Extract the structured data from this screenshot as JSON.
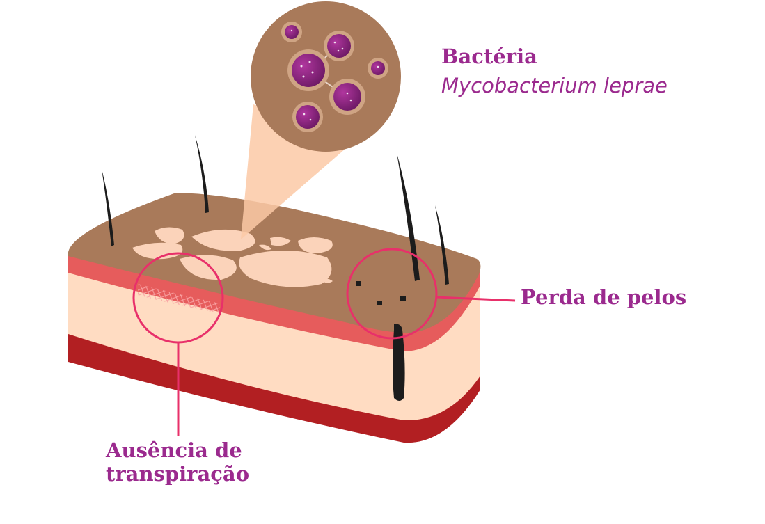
{
  "labels": {
    "bacteria_title": "Bactéria",
    "bacteria_species": "Mycobacterium leprae",
    "hair_loss": "Perda de pelos",
    "no_sweat_line1": "Ausência de",
    "no_sweat_line2": "transpiração"
  },
  "colors": {
    "accent_label": "#9b2a8e",
    "callout_circle": "#e8306a",
    "epidermis": "#a97a5a",
    "skin_layer": "#ffd9c0",
    "red_band": "#e86060",
    "hypodermis": "#b21f22",
    "lesion_patch": "#fbd3ba",
    "bacterium": "#8b2280",
    "hair": "#1c1c1c"
  },
  "icons": [
    "hair-strand-icon",
    "bacterium-icon",
    "magnifier-cone"
  ]
}
